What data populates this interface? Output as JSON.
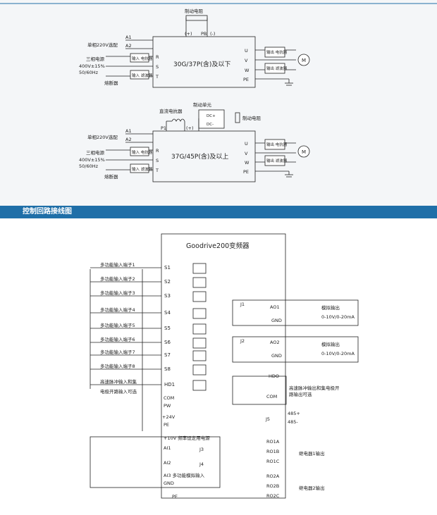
{
  "top_diagram": {
    "brake_resistor_label": "制动电阻",
    "plus_label": "(+)",
    "pb_label": "PB",
    "minus_label": "(-)",
    "single_phase_label": "单相220V选配",
    "a1": "A1",
    "a2": "A2",
    "three_phase_lines": [
      "三相电源",
      "400V±15%",
      "50/60Hz"
    ],
    "input_reactor": "输入\n电抗器",
    "input_filter": "输入\n滤波器",
    "fuse_label": "熔断器",
    "r": "R",
    "s": "S",
    "t": "T",
    "model_small": "30G/37P(含)及以下",
    "u": "U",
    "v": "V",
    "w": "W",
    "pe": "PE",
    "output_reactor": "输出\n电抗器",
    "output_filter": "输出\n滤波器",
    "motor": "M"
  },
  "mid_diagram": {
    "brake_unit_label": "制动单元",
    "dc_reactor_label": "直流电抗器",
    "dc_plus": "DC+",
    "dc_minus": "DC-",
    "brake_resistor_label": "制动电阻",
    "p1": "P1",
    "plus_label": "(+)",
    "model_large": "37G/45P(含)及以上"
  },
  "section": {
    "title": "控制回路接线图"
  },
  "control_diagram": {
    "drive_title": "Goodrive200变频器",
    "inputs": [
      {
        "label": "多功能输入端子1",
        "terminal": "S1"
      },
      {
        "label": "多功能输入端子2",
        "terminal": "S2"
      },
      {
        "label": "多功能输入端子3",
        "terminal": "S3"
      },
      {
        "label": "多功能输入端子4",
        "terminal": "S4"
      },
      {
        "label": "多功能输入端子5",
        "terminal": "S5"
      },
      {
        "label": "多功能输入端子6",
        "terminal": "S6"
      },
      {
        "label": "多功能输入端子7",
        "terminal": "S7"
      },
      {
        "label": "多功能输入端子8",
        "terminal": "S8"
      },
      {
        "label": "高速脉冲输入和集",
        "terminal": "HD1"
      },
      {
        "label": "电极开路输入可选",
        "terminal": "COM"
      }
    ],
    "pw": "PW",
    "p24": "+24V",
    "pe": "PE",
    "p10": "+10V 频率设定用电源",
    "ai1": "AI1",
    "ai2": "AI2",
    "ai3": "AI3 多功能模拟输入",
    "gnd": "GND",
    "pe_bottom": "PE",
    "j1": "J1",
    "j2": "J2",
    "j3": "J3",
    "j4": "J4",
    "j5": "J5",
    "ao1": "AO1",
    "ao2": "AO2",
    "analog_out": "模拟输出",
    "analog_range": "0-10V/0-20mA",
    "gnd_right": "GND",
    "hdo": "HDO",
    "com_right": "COM",
    "hdo_desc": [
      "高速脉冲输出和集电极开",
      "路输出可选"
    ],
    "rs485_plus": "485+",
    "rs485_minus": "485-",
    "ro1": [
      "RO1A",
      "RO1B",
      "RO1C"
    ],
    "ro2": [
      "RO2A",
      "RO2B",
      "RO2C"
    ],
    "relay1": "继电器1输出",
    "relay2": "继电器2输出"
  }
}
